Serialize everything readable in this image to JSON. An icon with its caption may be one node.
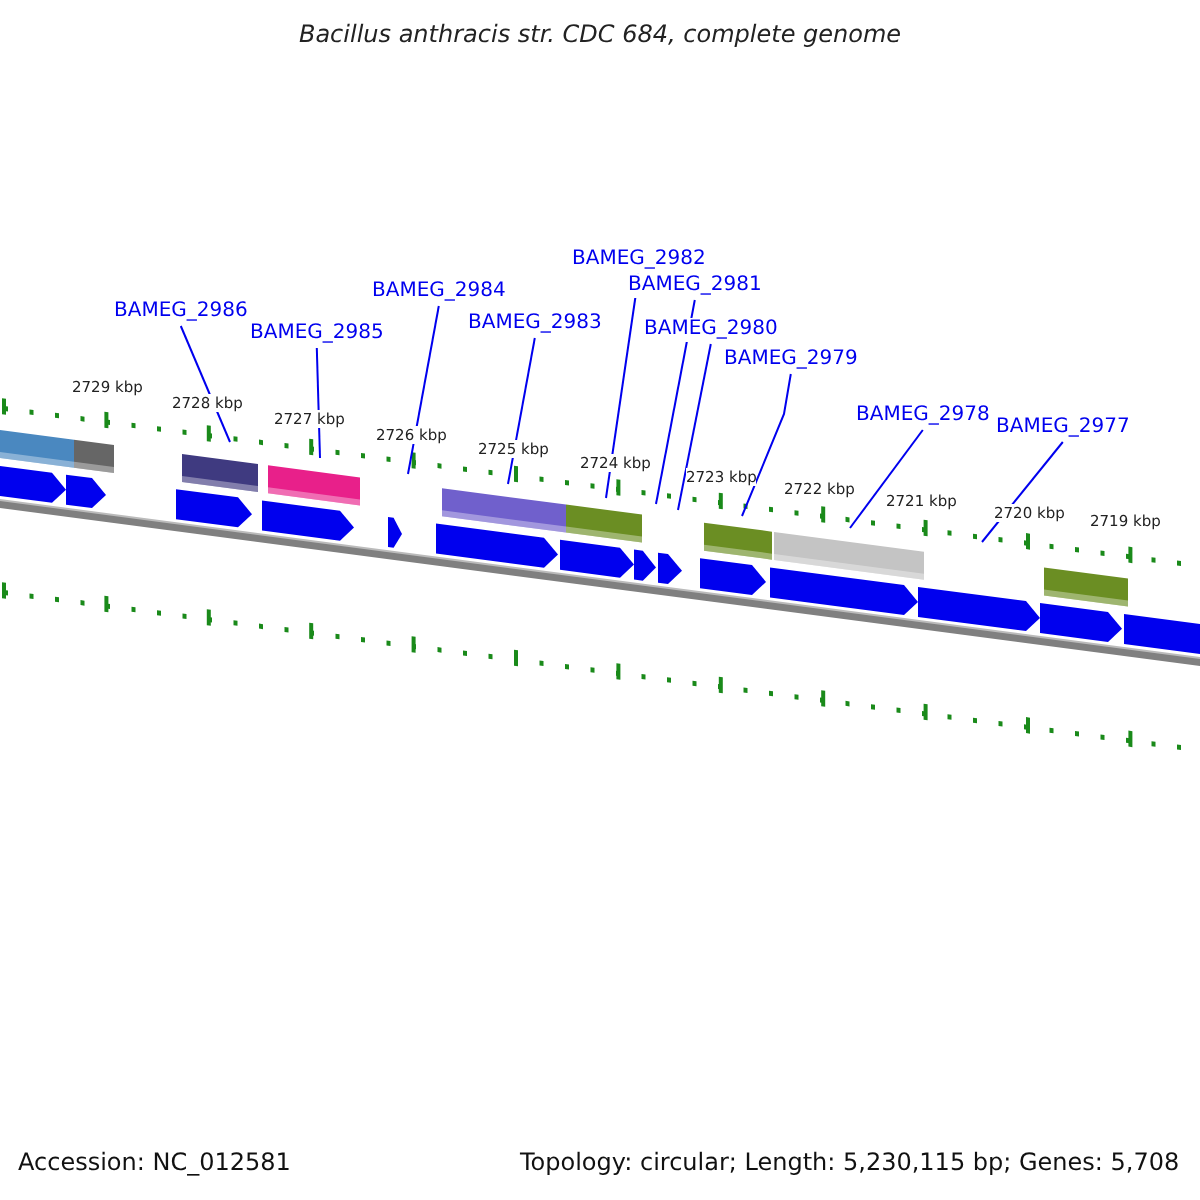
{
  "diagram": {
    "title": "Bacillus anthracis str. CDC 684, complete genome",
    "nodes": [
      {
        "text": [
          "BAMEG_2986"
        ]
      },
      {
        "text": [
          "BAMEG_2985"
        ]
      },
      {
        "text": [
          "BAMEG_2984"
        ]
      },
      {
        "text": [
          "BAMEG_2983"
        ]
      },
      {
        "text": [
          "BAMEG_2982"
        ]
      },
      {
        "text": [
          "BAMEG_2981"
        ]
      },
      {
        "text": [
          "BAMEG_2980"
        ]
      },
      {
        "text": [
          "BAMEG_2979"
        ]
      },
      {
        "text": [
          "BAMEG_2978"
        ]
      },
      {
        "text": [
          "BAMEG_2977"
        ]
      }
    ],
    "edges": [
      {
        "from": 0,
        "to": null,
        "arrow": "none"
      },
      {
        "from": 1,
        "to": null,
        "arrow": "none"
      },
      {
        "from": 2,
        "to": null,
        "arrow": "none"
      },
      {
        "from": 3,
        "to": null,
        "arrow": "none"
      },
      {
        "from": 4,
        "to": null,
        "arrow": "none"
      },
      {
        "from": 5,
        "to": null,
        "arrow": "none"
      },
      {
        "from": 6,
        "to": null,
        "arrow": "none"
      },
      {
        "from": 7,
        "to": null,
        "arrow": "none"
      },
      {
        "from": 8,
        "to": null,
        "arrow": "none"
      },
      {
        "from": 9,
        "to": null,
        "arrow": "none"
      }
    ],
    "labels": [
      "2729 kbp",
      "2728 kbp",
      "2727 kbp",
      "2726 kbp",
      "2725 kbp",
      "2724 kbp",
      "2723 kbp",
      "2722 kbp",
      "2721 kbp",
      "2720 kbp",
      "2719 kbp",
      "Accession: NC_012581",
      "Topology: circular; Length: 5,230,115 bp; Genes: 5,708"
    ]
  }
}
